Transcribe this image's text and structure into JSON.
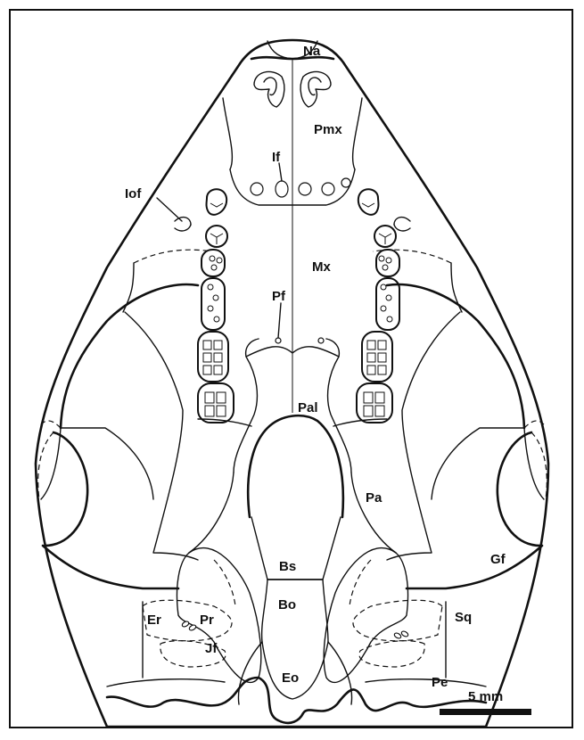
{
  "figure": {
    "labels": {
      "na": "Na",
      "pmx": "Pmx",
      "if": "If",
      "iof": "Iof",
      "mx": "Mx",
      "pf": "Pf",
      "pal": "Pal",
      "pa": "Pa",
      "gf": "Gf",
      "bs": "Bs",
      "bo": "Bo",
      "er": "Er",
      "pr": "Pr",
      "jf": "Jf",
      "sq": "Sq",
      "eo": "Eo",
      "pe": "Pe"
    },
    "scale_bar": {
      "label": "5 mm"
    }
  }
}
